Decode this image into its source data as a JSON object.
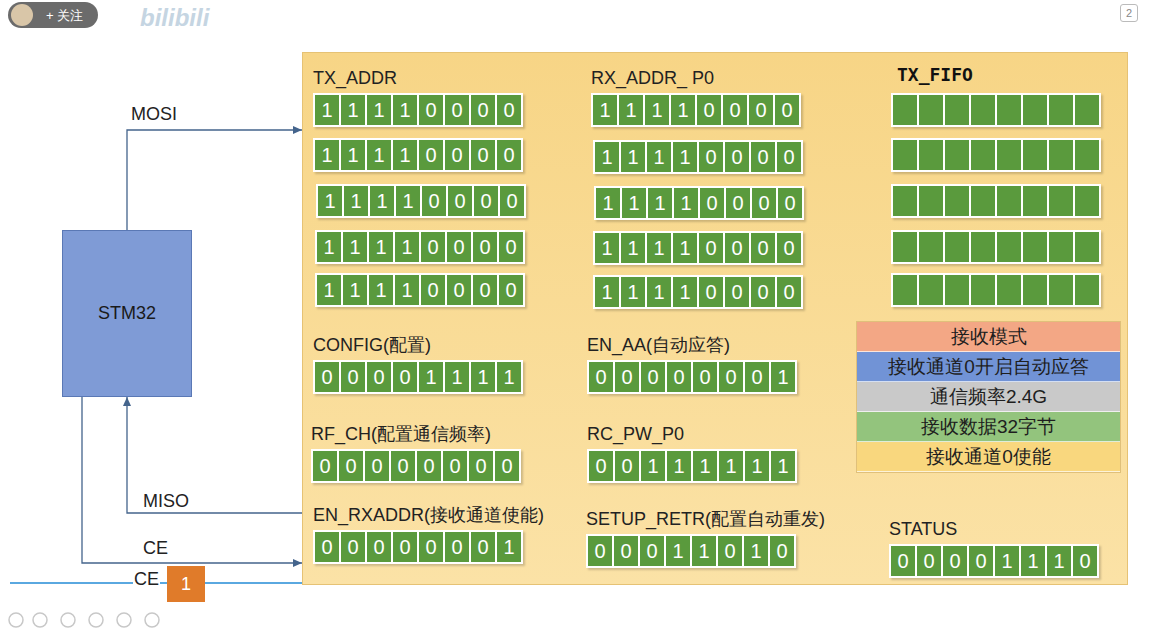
{
  "diagram": {
    "nodes": [
      {
        "text": [
          "STM32"
        ]
      },
      {
        "text": []
      },
      {
        "text": [
          "TX_ADDR",
          "1",
          "1",
          "1",
          "1",
          "0",
          "0",
          "0",
          "0"
        ],
        "in": 1
      },
      {
        "text": [
          "1",
          "1",
          "1",
          "1",
          "0",
          "0",
          "0",
          "0"
        ],
        "in": 1
      },
      {
        "text": [
          "1",
          "1",
          "1",
          "1",
          "0",
          "0",
          "0",
          "0"
        ],
        "in": 1
      },
      {
        "text": [
          "1",
          "1",
          "1",
          "1",
          "0",
          "0",
          "0",
          "0"
        ],
        "in": 1
      },
      {
        "text": [
          "1",
          "1",
          "1",
          "1",
          "0",
          "0",
          "0",
          "0"
        ],
        "in": 1
      },
      {
        "text": [
          "RX_ADDR_ P0",
          "1",
          "1",
          "1",
          "1",
          "0",
          "0",
          "0",
          "0"
        ],
        "in": 1
      },
      {
        "text": [
          "1",
          "1",
          "1",
          "1",
          "0",
          "0",
          "0",
          "0"
        ],
        "in": 1
      },
      {
        "text": [
          "1",
          "1",
          "1",
          "1",
          "0",
          "0",
          "0",
          "0"
        ],
        "in": 1
      },
      {
        "text": [
          "1",
          "1",
          "1",
          "1",
          "0",
          "0",
          "0",
          "0"
        ],
        "in": 1
      },
      {
        "text": [
          "1",
          "1",
          "1",
          "1",
          "0",
          "0",
          "0",
          "0"
        ],
        "in": 1
      },
      {
        "text": [
          "CONFIG(配置)",
          "0",
          "0",
          "0",
          "0",
          "1",
          "1",
          "1",
          "1"
        ],
        "in": 1
      },
      {
        "text": [
          "EN_AA(自动应答)",
          "0",
          "0",
          "0",
          "0",
          "0",
          "0",
          "0",
          "1"
        ],
        "in": 1
      },
      {
        "text": [
          "RF_CH(配置通信频率)",
          "0",
          "0",
          "0",
          "0",
          "0",
          "0",
          "0",
          "0"
        ],
        "in": 1
      },
      {
        "text": [
          "RC_PW_P0",
          "0",
          "0",
          "1",
          "1",
          "1",
          "1",
          "1",
          "1"
        ],
        "in": 1
      },
      {
        "text": [
          "EN_RXADDR(接收通道使能)",
          "0",
          "0",
          "0",
          "0",
          "0",
          "0",
          "0",
          "1"
        ],
        "in": 1
      },
      {
        "text": [
          "SETUP_RETR(配置自动重发)",
          "0",
          "0",
          "0",
          "1",
          "1",
          "0",
          "1",
          "0"
        ],
        "in": 1
      },
      {
        "text": [
          "STATUS",
          "0",
          "0",
          "0",
          "0",
          "1",
          "1",
          "1",
          "0"
        ],
        "in": 1
      },
      {
        "text": [
          "1"
        ]
      }
    ],
    "edges": [
      {
        "from": 0,
        "to": 1,
        "arrow": "to",
        "label": "MOSI"
      },
      {
        "from": 1,
        "to": 0,
        "arrow": "to",
        "label": "MISO"
      },
      {
        "from": 0,
        "to": 1,
        "arrow": "to",
        "label": "CE"
      }
    ],
    "labels": [
      "+ 关注",
      "bilibili",
      "2",
      "TX_FIFO",
      "CE"
    ],
    "legend": [
      {
        "text": "接收模式",
        "color": "#f3a785"
      },
      {
        "text": "接收通道0开启自动应答",
        "color": "#7193d6"
      },
      {
        "text": "通信频率2.4G",
        "color": "#c9c9c9"
      },
      {
        "text": "接收数据32字节",
        "color": "#93c47d"
      },
      {
        "text": "接收通道0使能",
        "color": "#f9d77e"
      }
    ]
  }
}
